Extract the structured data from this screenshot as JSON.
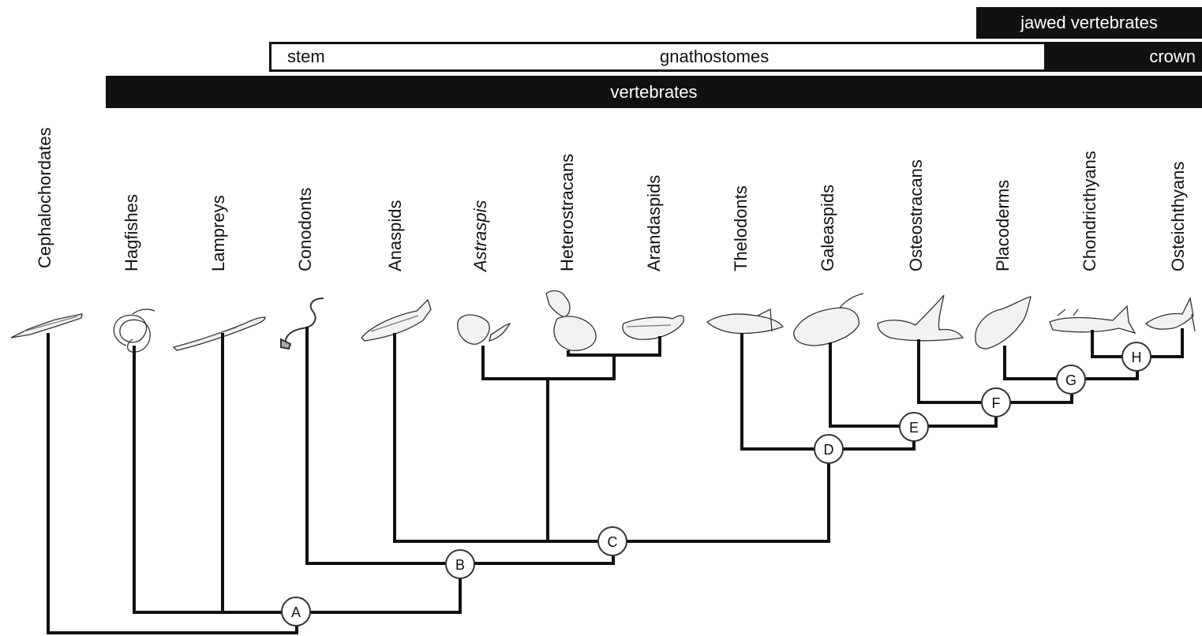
{
  "bars": {
    "jawed_vertebrates": "jawed vertebrates",
    "stem": "stem",
    "gnathostomes": "gnathostomes",
    "crown": "crown",
    "vertebrates": "vertebrates"
  },
  "taxa": [
    {
      "id": "cephalochordates",
      "label": "Cephalochordates",
      "italic": false
    },
    {
      "id": "hagfishes",
      "label": "Hagfishes",
      "italic": false
    },
    {
      "id": "lampreys",
      "label": "Lampreys",
      "italic": false
    },
    {
      "id": "conodonts",
      "label": "Conodonts",
      "italic": false
    },
    {
      "id": "anaspids",
      "label": "Anaspids",
      "italic": false
    },
    {
      "id": "astraspis",
      "label": "Astraspis",
      "italic": true
    },
    {
      "id": "heterostracans",
      "label": "Heterostracans",
      "italic": false
    },
    {
      "id": "arandaspids",
      "label": "Arandaspids",
      "italic": false
    },
    {
      "id": "thelodonts",
      "label": "Thelodonts",
      "italic": false
    },
    {
      "id": "galeaspids",
      "label": "Galeaspids",
      "italic": false
    },
    {
      "id": "osteostracans",
      "label": "Osteostracans",
      "italic": false
    },
    {
      "id": "placoderms",
      "label": "Placoderms",
      "italic": false
    },
    {
      "id": "chondrichthyans",
      "label": "Chondricthyans",
      "italic": false
    },
    {
      "id": "osteichthyans",
      "label": "Osteichthyans",
      "italic": false
    }
  ],
  "nodes": [
    "A",
    "B",
    "C",
    "D",
    "E",
    "F",
    "G",
    "H"
  ],
  "colors": {
    "line": "#111111",
    "fill_dark": "#111111",
    "node_fill": "#ffffff"
  }
}
